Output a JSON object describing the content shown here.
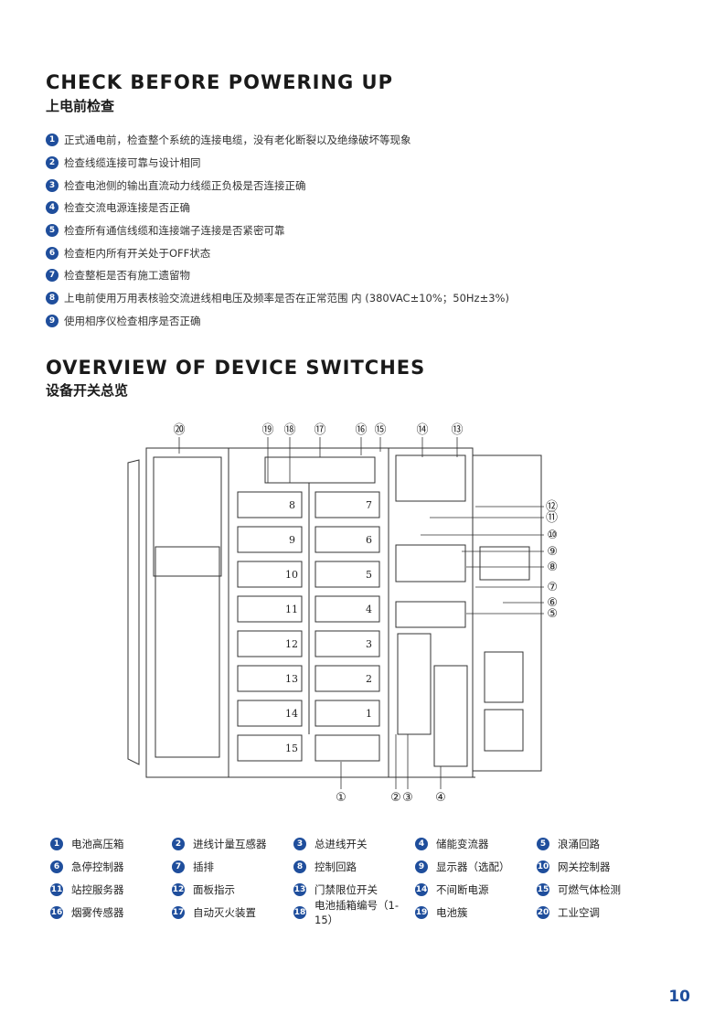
{
  "section1": {
    "title_en": "CHECK BEFORE POWERING UP",
    "title_cn": "上电前检查",
    "items": [
      {
        "num": "1",
        "text": "正式通电前，检查整个系统的连接电缆，没有老化断裂以及绝缘破坏等现象"
      },
      {
        "num": "2",
        "text": "检查线缆连接可靠与设计相同"
      },
      {
        "num": "3",
        "text": "检查电池侧的输出直流动力线缆正负极是否连接正确"
      },
      {
        "num": "4",
        "text": "检查交流电源连接是否正确"
      },
      {
        "num": "5",
        "text": "检查所有通信线缆和连接端子连接是否紧密可靠"
      },
      {
        "num": "6",
        "text": "检查柜内所有开关处于OFF状态"
      },
      {
        "num": "7",
        "text": "检查整柜是否有施工遗留物"
      },
      {
        "num": "8",
        "text": "上电前使用万用表核验交流进线相电压及频率是否在正常范围 内 (380VAC±10%；50Hz±3%)"
      },
      {
        "num": "9",
        "text": "使用相序仪检查相序是否正确"
      }
    ]
  },
  "section2": {
    "title_en": "OVERVIEW OF DEVICE SWITCHES",
    "title_cn": "设备开关总览"
  },
  "diagram": {
    "top_callouts": [
      "⑳",
      "⑲",
      "⑱",
      "⑰",
      "⑯",
      "⑮",
      "⑭",
      "⑬"
    ],
    "right_callouts": [
      "⑫",
      "⑪",
      "⑩",
      "⑨",
      "⑧",
      "⑦",
      "⑥",
      "⑤"
    ],
    "bottom_callouts": [
      "①",
      "②",
      "③",
      "④"
    ],
    "left_column_numbers": [
      "8",
      "9",
      "10",
      "11",
      "12",
      "13",
      "14",
      "15"
    ],
    "right_column_numbers": [
      "7",
      "6",
      "5",
      "4",
      "3",
      "2",
      "1"
    ]
  },
  "legend": [
    {
      "num": "1",
      "label": "电池高压箱"
    },
    {
      "num": "2",
      "label": "进线计量互感器"
    },
    {
      "num": "3",
      "label": "总进线开关"
    },
    {
      "num": "4",
      "label": "储能变流器"
    },
    {
      "num": "5",
      "label": "浪涌回路"
    },
    {
      "num": "6",
      "label": "急停控制器"
    },
    {
      "num": "7",
      "label": "插排"
    },
    {
      "num": "8",
      "label": "控制回路"
    },
    {
      "num": "9",
      "label": "显示器（选配）"
    },
    {
      "num": "10",
      "label": "网关控制器"
    },
    {
      "num": "11",
      "label": "站控服务器"
    },
    {
      "num": "12",
      "label": "面板指示"
    },
    {
      "num": "13",
      "label": "门禁限位开关"
    },
    {
      "num": "14",
      "label": "不间断电源"
    },
    {
      "num": "15",
      "label": "可燃气体检测"
    },
    {
      "num": "16",
      "label": "烟雾传感器"
    },
    {
      "num": "17",
      "label": "自动灭火装置"
    },
    {
      "num": "18",
      "label": "电池插箱编号（1-15）"
    },
    {
      "num": "19",
      "label": "电池簇"
    },
    {
      "num": "20",
      "label": "工业空调"
    }
  ],
  "page_number": "10",
  "colors": {
    "accent": "#1f4e9c",
    "line": "#333333"
  }
}
